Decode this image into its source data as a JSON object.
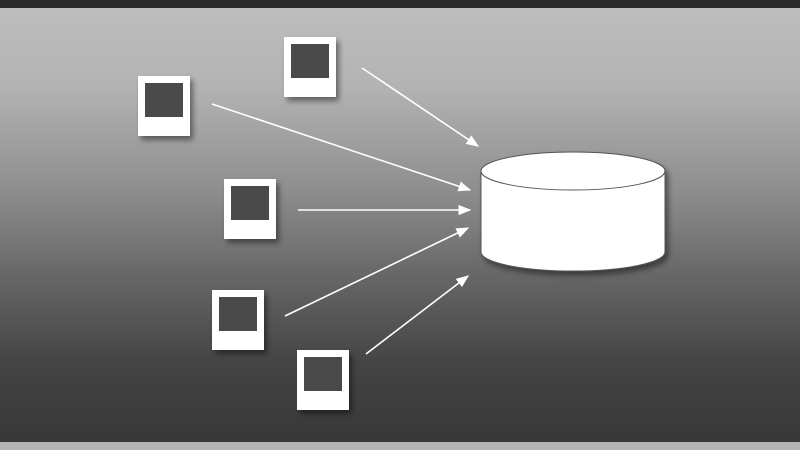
{
  "diagram": {
    "theme": {
      "photo_frame": "#ffffff",
      "photo_inner": "#4a4a4a",
      "arrow": "#ffffff",
      "database": "#ffffff",
      "database_outline": "#555555"
    },
    "sources": [
      {
        "icon": "photo-icon"
      },
      {
        "icon": "photo-icon"
      },
      {
        "icon": "photo-icon"
      },
      {
        "icon": "photo-icon"
      },
      {
        "icon": "photo-icon"
      },
      {
        "icon": "photo-icon"
      }
    ],
    "target": {
      "icon": "database-icon"
    },
    "connections": [
      {
        "from": 0,
        "to": "target"
      },
      {
        "from": 1,
        "to": "target"
      },
      {
        "from": 2,
        "to": "target"
      },
      {
        "from": 3,
        "to": "target"
      },
      {
        "from": 4,
        "to": "target"
      }
    ]
  }
}
